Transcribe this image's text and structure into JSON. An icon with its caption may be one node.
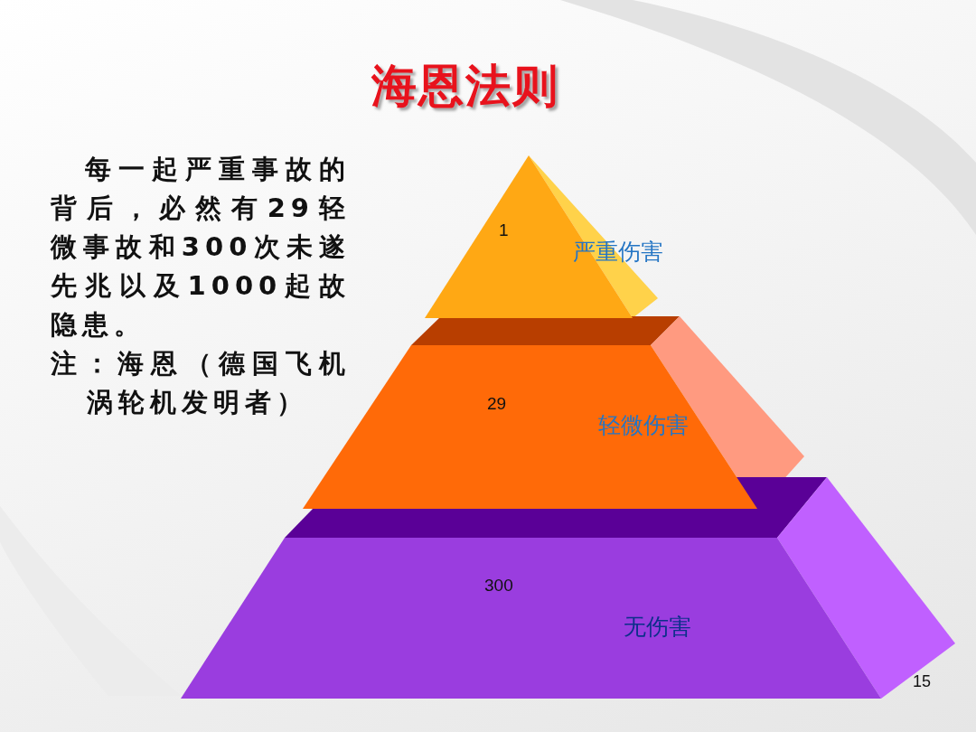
{
  "diagram": {
    "title": "海恩法则",
    "nodes": [
      {
        "text": [
          "1",
          "严重伤害"
        ]
      },
      {
        "text": [
          "29",
          "轻微伤害"
        ]
      },
      {
        "text": [
          "300",
          "无伤害"
        ]
      }
    ],
    "labels": [
      "每一起严重事故的背后，必然有29轻微事故和300次未遂先兆以及1000起故隐患。",
      "注：海恩（德国飞机涡轮机发明者）",
      "15"
    ]
  }
}
